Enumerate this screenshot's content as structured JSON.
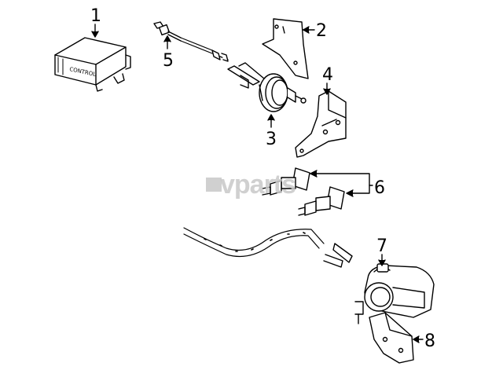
{
  "diagram": {
    "callouts": [
      {
        "number": "1",
        "part": "control-module"
      },
      {
        "number": "2",
        "part": "vacuum-reservoir-bracket"
      },
      {
        "number": "3",
        "part": "vacuum-actuator"
      },
      {
        "number": "4",
        "part": "mounting-bracket"
      },
      {
        "number": "5",
        "part": "control-cable"
      },
      {
        "number": "6",
        "part": "release-switches"
      },
      {
        "number": "7",
        "part": "cruise-servo-motor"
      },
      {
        "number": "8",
        "part": "servo-bracket"
      }
    ],
    "module_stamp": "CONTROL",
    "watermark": "vparts"
  },
  "colors": {
    "line": "#000000",
    "watermark": "#c8c8c8",
    "background": "#ffffff"
  }
}
